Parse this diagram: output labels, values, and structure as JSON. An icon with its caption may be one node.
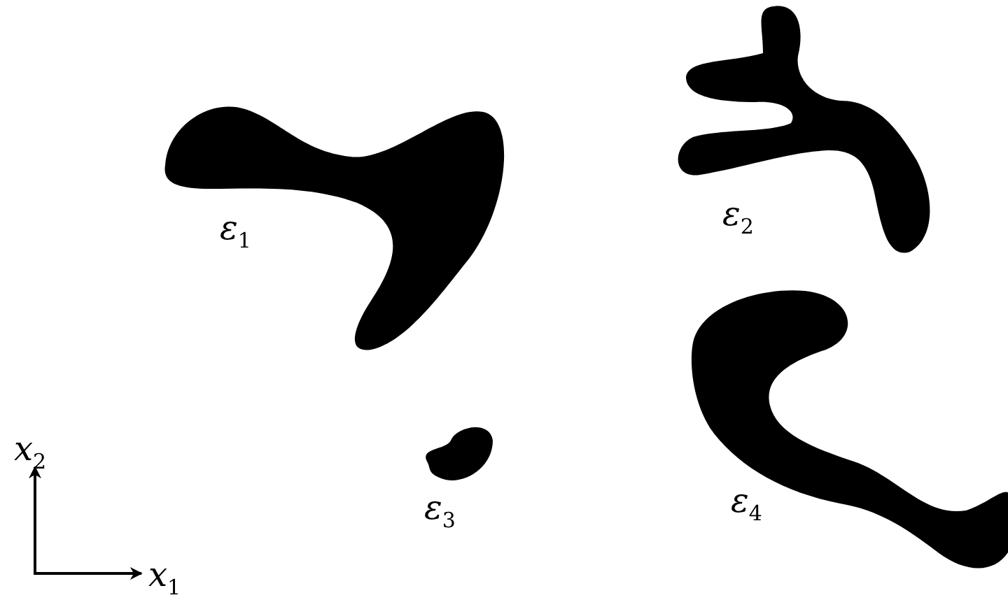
{
  "diagram": {
    "labels": [
      "ε$_{1}$",
      "ε$_{2}$",
      "x$_{2}$",
      "ε$_{3}$",
      "ε$_{4}$",
      "x$_{1}$"
    ]
  }
}
